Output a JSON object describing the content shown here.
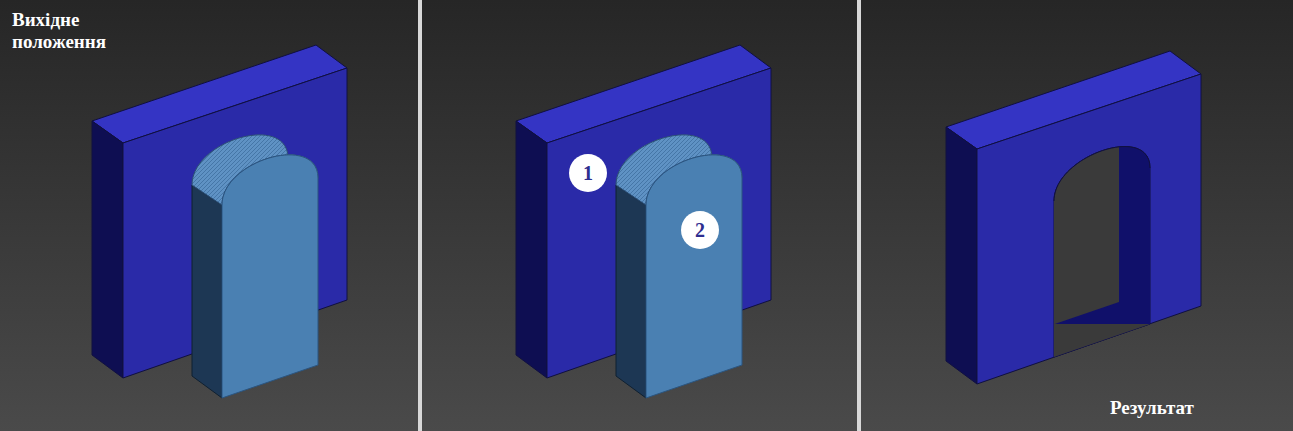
{
  "diagram": {
    "nodes": [
      {
        "text": [
          "1"
        ]
      },
      {
        "text": [
          "2"
        ]
      }
    ],
    "labels": [
      "Вихідне положення",
      "Результат"
    ]
  }
}
